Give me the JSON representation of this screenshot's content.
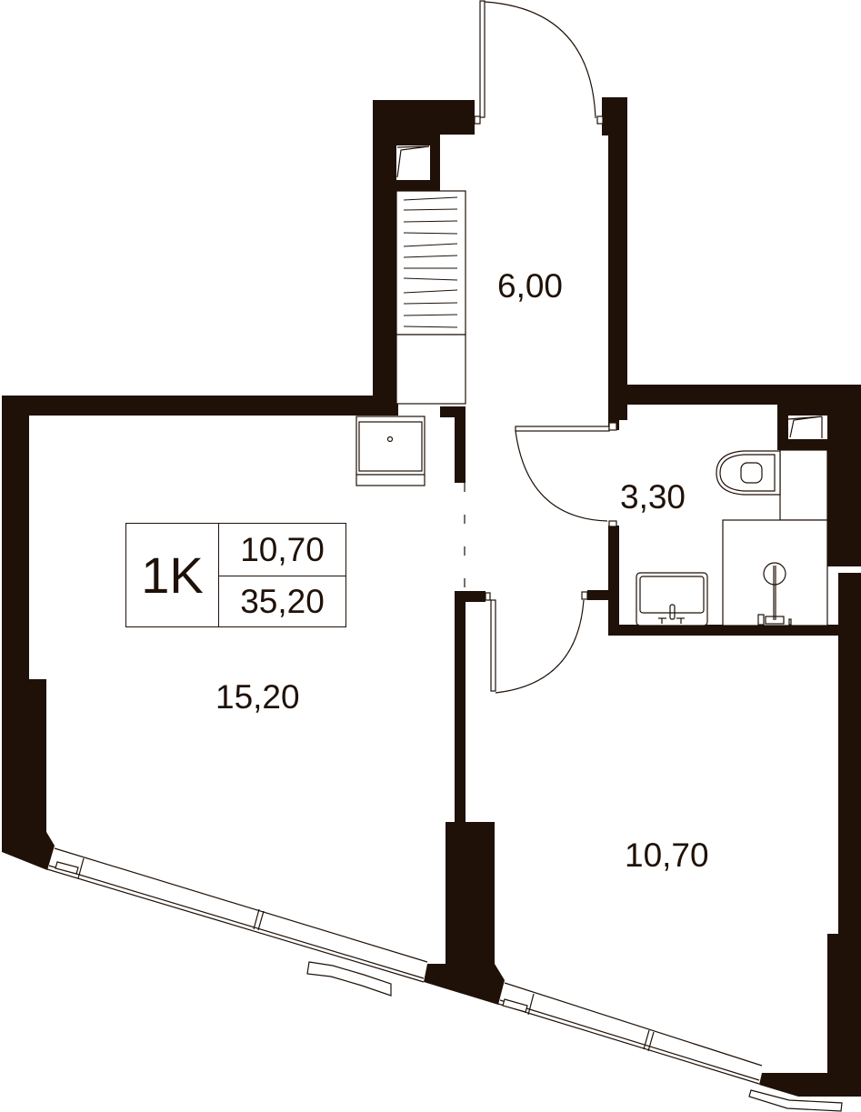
{
  "plan": {
    "apartment_type": "1K",
    "living_area": "10,70",
    "total_area": "35,20",
    "rooms": [
      {
        "id": "hallway",
        "area": "6,00"
      },
      {
        "id": "bathroom",
        "area": "3,30"
      },
      {
        "id": "kitchen-living",
        "area": "15,20"
      },
      {
        "id": "bedroom",
        "area": "10,70"
      }
    ],
    "colors": {
      "wall": "#1f1107",
      "background": "#ffffff"
    }
  }
}
